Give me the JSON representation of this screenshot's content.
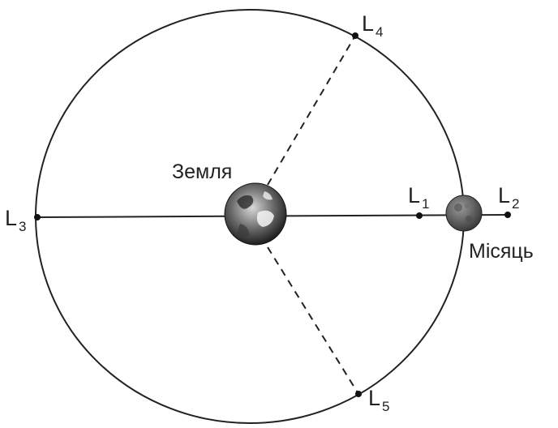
{
  "bodies": {
    "earth": "Земля",
    "moon": "Місяць"
  },
  "points": [
    {
      "letter": "L",
      "index": "1"
    },
    {
      "letter": "L",
      "index": "2"
    },
    {
      "letter": "L",
      "index": "3"
    },
    {
      "letter": "L",
      "index": "4"
    },
    {
      "letter": "L",
      "index": "5"
    }
  ]
}
